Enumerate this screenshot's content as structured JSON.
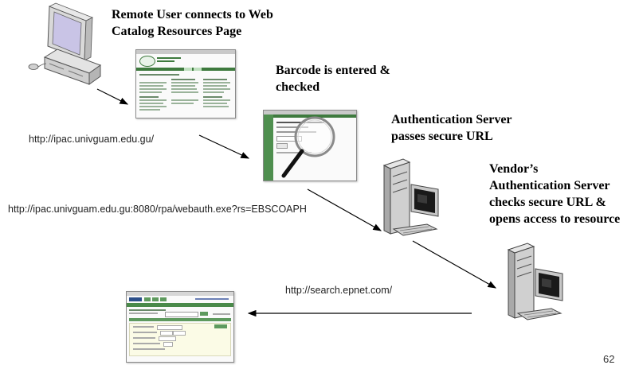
{
  "steps": {
    "step1": [
      "Remote User connects to Web",
      "Catalog Resources Page"
    ],
    "step2": [
      "Barcode is entered &",
      "checked"
    ],
    "step3": [
      "Authentication Server",
      "passes secure URL"
    ],
    "step4": [
      "Vendor’s",
      "Authentication Server",
      "checks secure URL &",
      "opens access to resource"
    ]
  },
  "urls": {
    "catalog": "http://ipac.univguam.edu.gu/",
    "webauth": "http://ipac.univguam.edu.gu:8080/rpa/webauth.exe?rs=EBSCOAPH",
    "vendor": "http://search.epnet.com/"
  },
  "page_number": "62",
  "icons": [
    "desktop-computer-icon",
    "catalog-page-screenshot",
    "barcode-page-screenshot",
    "server-tower-icon",
    "vendor-server-tower-icon",
    "ebsco-page-screenshot"
  ]
}
